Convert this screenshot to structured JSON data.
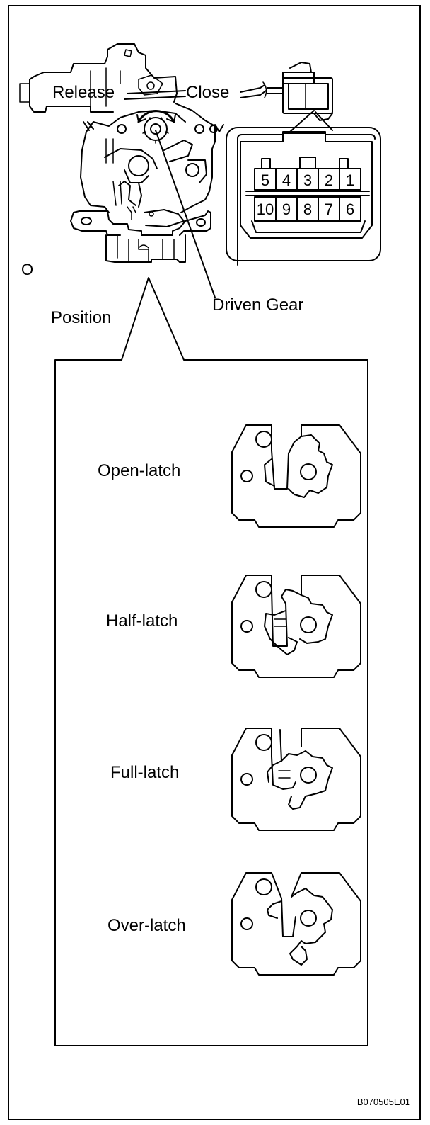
{
  "labels": {
    "release": "Release",
    "close": "Close",
    "driven_gear": "Driven Gear",
    "position": "Position",
    "o_marker": "O",
    "figure_id": "B070505E01"
  },
  "connector": {
    "top_row": [
      "5",
      "4",
      "3",
      "2",
      "1"
    ],
    "bottom_row": [
      "10",
      "9",
      "8",
      "7",
      "6"
    ]
  },
  "positions": [
    {
      "label": "Open-latch"
    },
    {
      "label": "Half-latch"
    },
    {
      "label": "Full-latch"
    },
    {
      "label": "Over-latch"
    }
  ]
}
